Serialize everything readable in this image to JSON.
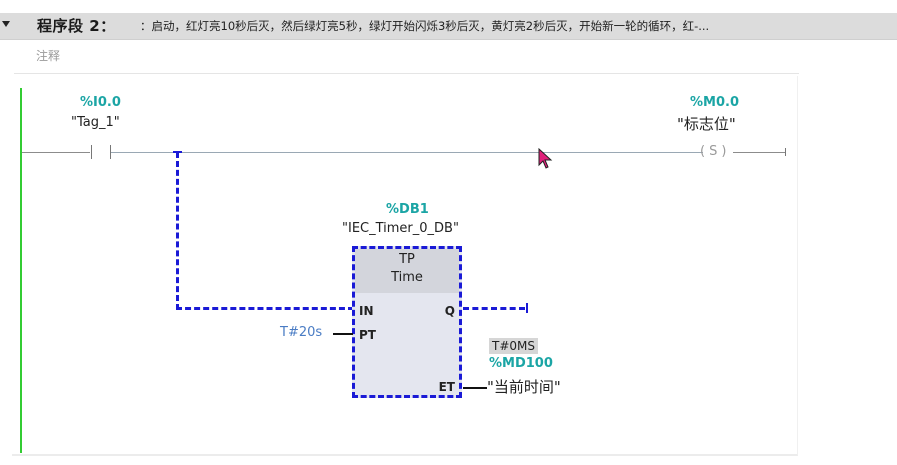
{
  "network": {
    "title": "程序段 2：",
    "description": "：启动，红灯亮10秒后灭，然后绿灯亮5秒，绿灯开始闪烁3秒后灭，黄灯亮2秒后灭，开始新一轮的循环，红-...",
    "comment_placeholder": "注释",
    "collapse_icon": "triangle-down"
  },
  "rung": {
    "contact": {
      "address": "%I0.0",
      "tag": "\"Tag_1\"",
      "type": "normally-open-contact"
    },
    "coil": {
      "address": "%M0.0",
      "tag": "\"标志位\"",
      "symbol": "(S)",
      "label": "S"
    },
    "timer_block": {
      "instance_address": "%DB1",
      "instance_name": "\"IEC_Timer_0_DB\"",
      "type": "TP",
      "data_type": "Time",
      "pins": {
        "in": "IN",
        "pt": "PT",
        "q": "Q",
        "et": "ET"
      },
      "pt_value": "T#20s",
      "et_monitor_value": "T#0MS",
      "et_address": "%MD100",
      "et_tag": "\"当前时间\""
    }
  },
  "colors": {
    "power_rail": "#33cc33",
    "address": "#1ba5a5",
    "selection_dashed": "#1a1ad6",
    "pt_value": "#4a7cc4",
    "cursor": "#e0207a"
  }
}
